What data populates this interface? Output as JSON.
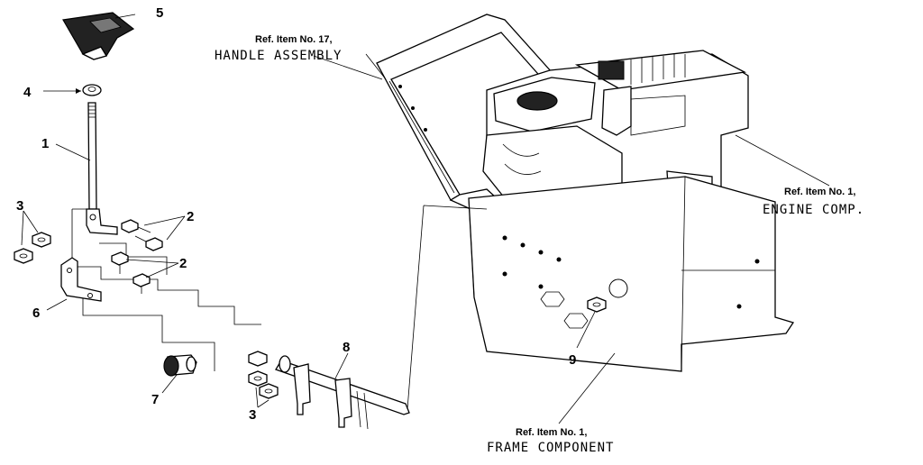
{
  "parts": {
    "p1": "1",
    "p2a": "2",
    "p2b": "2",
    "p3a": "3",
    "p3b": "3",
    "p4": "4",
    "p5": "5",
    "p6": "6",
    "p7": "7",
    "p8": "8",
    "p9": "9"
  },
  "refs": {
    "handle": {
      "ref": "Ref. Item No. 17,",
      "name": "HANDLE ASSEMBLY"
    },
    "engine": {
      "ref": "Ref. Item No. 1,",
      "name": "ENGINE  COMP."
    },
    "frame": {
      "ref": "Ref. Item No. 1,",
      "name": "FRAME COMPONENT"
    }
  }
}
